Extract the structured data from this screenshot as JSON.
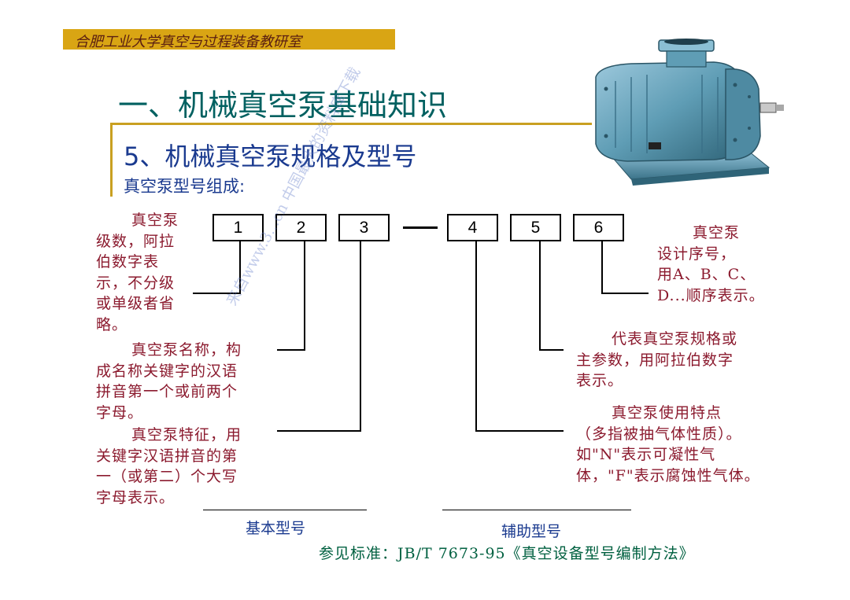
{
  "header": {
    "banner_text": "合肥工业大学真空与过程装备教研室"
  },
  "title": "一、机械真空泵基础知识",
  "subtitle": "5、机械真空泵规格及型号",
  "section_label": "真空泵型号组成:",
  "boxes": [
    "1",
    "2",
    "3",
    "4",
    "5",
    "6"
  ],
  "descriptions": {
    "d1": [
      "真空泵",
      "级数，阿拉",
      "伯数字表",
      "示，不分级",
      "或单级者省",
      "略。"
    ],
    "d2": [
      "真空泵名称，构",
      "成名称关键字的汉语",
      "拼音第一个或前两个",
      "字母。"
    ],
    "d3": [
      "真空泵特征，用",
      "关键字汉语拼音的第",
      "一（或第二）个大写",
      "字母表示。"
    ],
    "d4": [
      "真空泵使用特点",
      "（多指被抽气体性质）。",
      "如\"N\"表示可凝性气",
      "体，\"F\"表示腐蚀性气体。"
    ],
    "d5": [
      "代表真空泵规格或",
      "主参数，用阿拉伯数字",
      "表示。"
    ],
    "d6": [
      "真空泵",
      "设计序号，",
      "用A、B、C、",
      "D...顺序表示。"
    ]
  },
  "bracket_labels": {
    "basic": "基本型号",
    "auxiliary": "辅助型号"
  },
  "reference": "参见标准：JB/T 7673-95《真空设备型号编制方法》",
  "watermark": "来自www.3...cn 中国最大的资料库下载",
  "image": {
    "subject": "roots-vacuum-pump-photo",
    "color": "#5f9db5"
  }
}
